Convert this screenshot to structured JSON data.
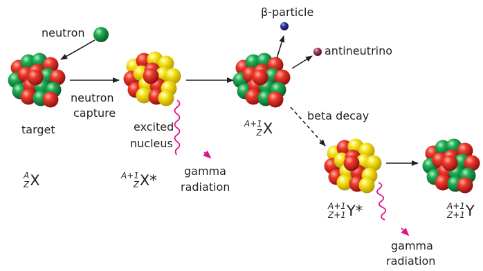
{
  "labels": {
    "neutron": "neutron",
    "neutron_capture_1": "neutron",
    "neutron_capture_2": "capture",
    "target": "target",
    "excited_nucleus_1": "excited",
    "excited_nucleus_2": "nucleus",
    "beta_particle": "β-particle",
    "antineutrino": "antineutrino",
    "beta_decay": "beta decay",
    "gamma_1_line1": "gamma",
    "gamma_1_line2": "radiation",
    "gamma_2_line1": "gamma",
    "gamma_2_line2": "radiation"
  },
  "nuclides": {
    "target": {
      "sup": "A",
      "sub": "Z",
      "symbol": "X"
    },
    "excited": {
      "sup": "A+1",
      "sub": "Z",
      "symbol": "X*"
    },
    "product": {
      "sup": "A+1",
      "sub": "Z",
      "symbol": "X"
    },
    "y_excited": {
      "sup": "A+1",
      "sub": "Z+1",
      "symbol": "Y*"
    },
    "y_final": {
      "sup": "A+1",
      "sub": "Z+1",
      "symbol": "Y"
    }
  },
  "colors": {
    "proton": "#e0261f",
    "neutron": "#13a04b",
    "excited": "#f5e10f",
    "beta": "#2b2e8f",
    "antineutrino": "#a13a5c",
    "gamma": "#e0128a",
    "arrow": "#231f20"
  }
}
